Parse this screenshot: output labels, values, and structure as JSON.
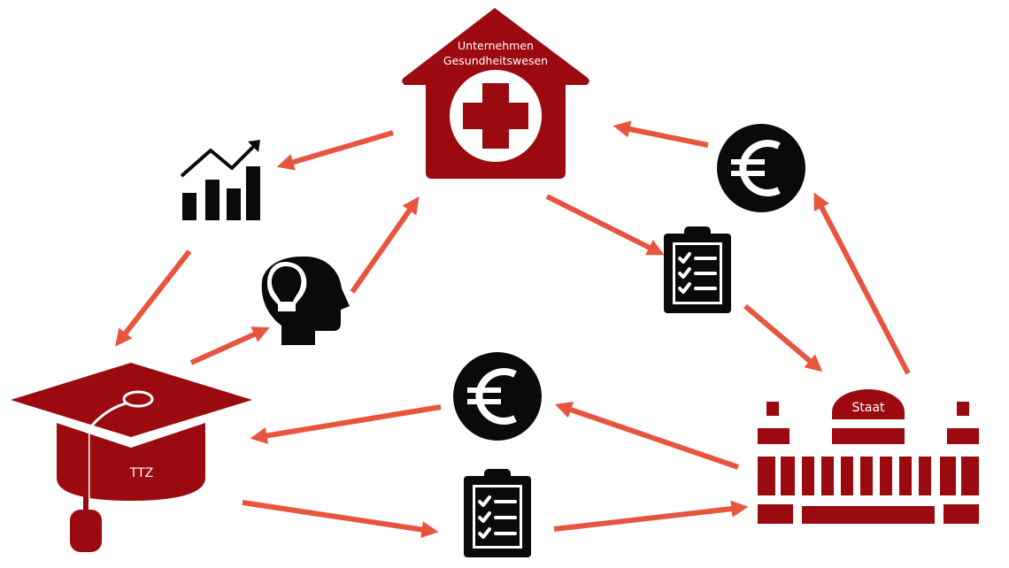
{
  "colors": {
    "brand_red": "#9b0a0f",
    "arrow": "#e8553f",
    "icon": "#0a0a0a",
    "background": "#ffffff"
  },
  "nodes": {
    "company": {
      "line1": "Unternehmen",
      "line2": "Gesundheitswesen",
      "icon": "house-medical-icon"
    },
    "university": {
      "label": "TTZ",
      "icon": "graduation-cap-icon"
    },
    "state": {
      "label": "Staat",
      "icon": "government-building-icon"
    }
  },
  "icons": [
    "growth-chart-icon",
    "idea-head-icon",
    "euro-coin-icon",
    "checklist-clipboard-icon"
  ],
  "arrows": [
    {
      "from": "company",
      "to": "growth-chart"
    },
    {
      "from": "growth-chart",
      "to": "university"
    },
    {
      "from": "university",
      "to": "idea-head"
    },
    {
      "from": "idea-head",
      "to": "company"
    },
    {
      "from": "company",
      "to": "checklist"
    },
    {
      "from": "checklist",
      "to": "state"
    },
    {
      "from": "state",
      "to": "euro"
    },
    {
      "from": "euro",
      "to": "company"
    },
    {
      "from": "state",
      "to": "euro"
    },
    {
      "from": "euro",
      "to": "university"
    },
    {
      "from": "university",
      "to": "checklist"
    },
    {
      "from": "checklist",
      "to": "state"
    }
  ]
}
